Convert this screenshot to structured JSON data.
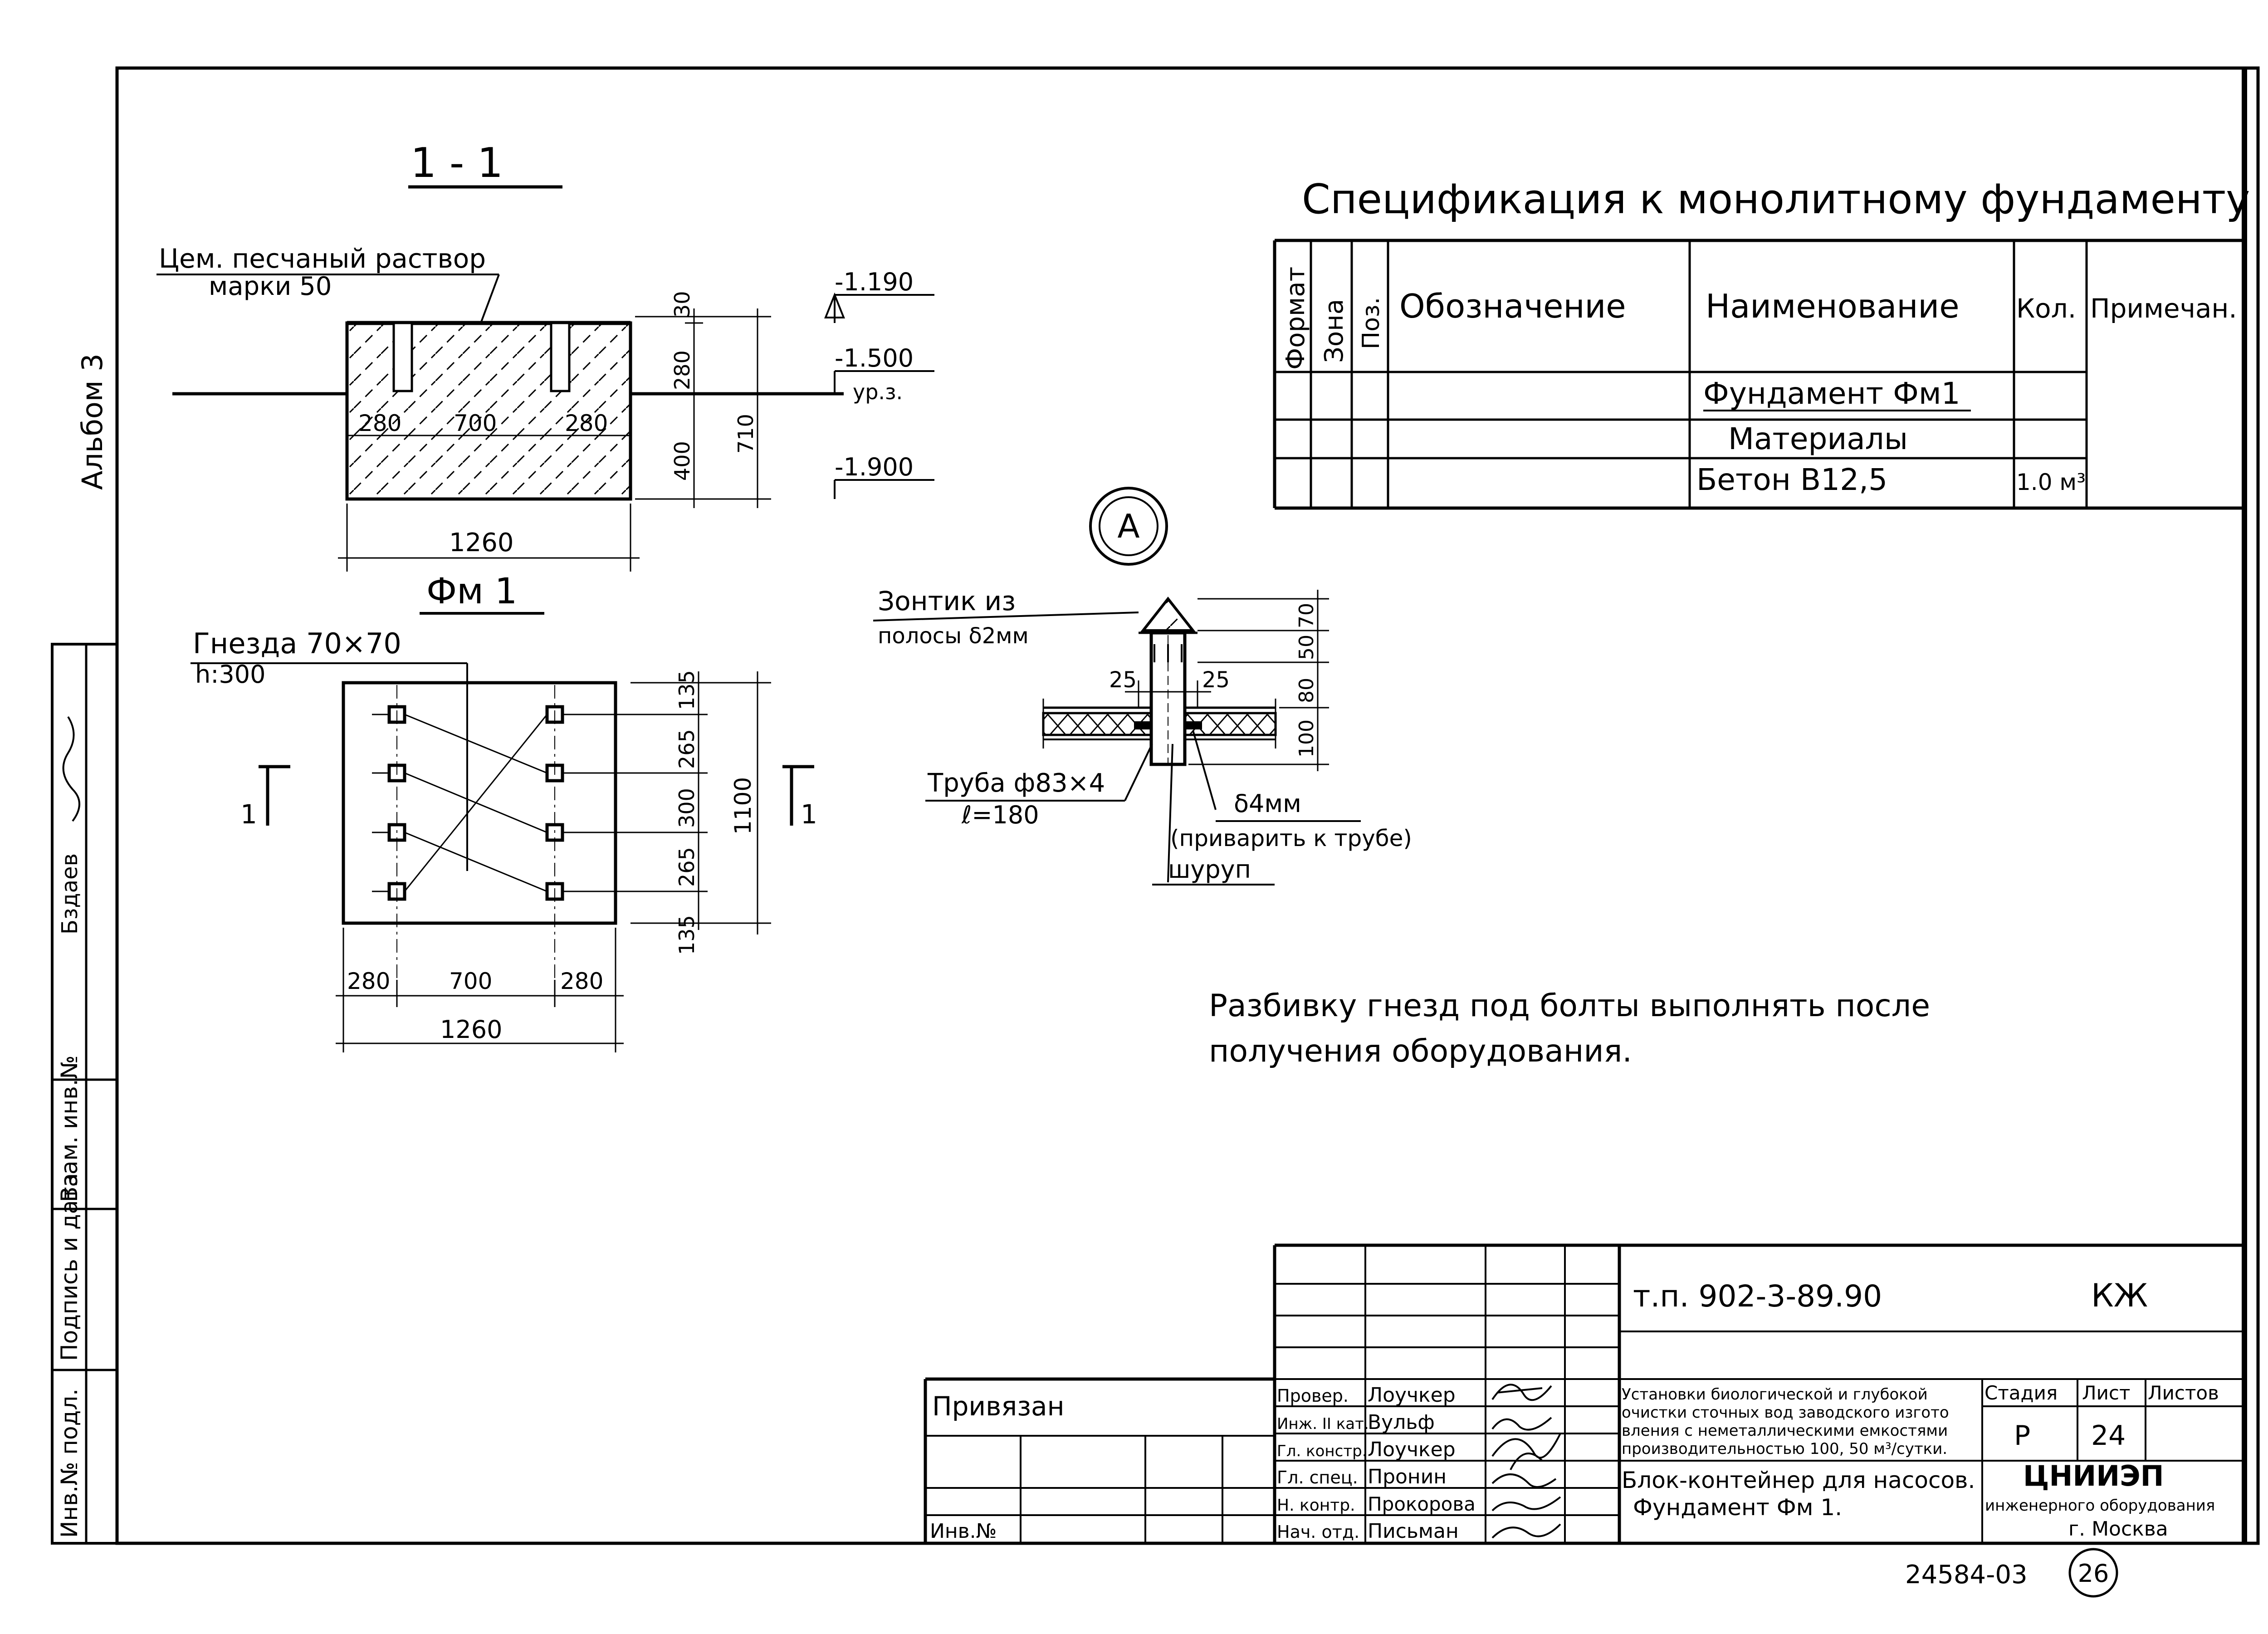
{
  "album_label": "Альбом 3",
  "left_strip": {
    "vzamen_inv": "Взам. инв.№",
    "podpis_data": "Подпись и дата",
    "inv_podl": "Инв.№ подл.",
    "vzdaev": "Бздаев"
  },
  "section": {
    "title": "1 - 1",
    "mortar_line1": "Цем. песчаный раствор",
    "mortar_line2": "марки 50",
    "elev_top": "-1.190",
    "elev_ground": "-1.500",
    "ground_label": "ур.з.",
    "elev_bottom": "-1.900",
    "dim_280_left": "280",
    "dim_700": "700",
    "dim_280_right": "280",
    "dim_1260": "1260",
    "dim_30": "30",
    "dim_280_v": "280",
    "dim_400": "400",
    "dim_710": "710"
  },
  "plan": {
    "title": "Фм 1",
    "sockets_line1": "Гнезда 70×70",
    "sockets_line2": "h:300",
    "cut_left": "1",
    "cut_right": "1",
    "dim_135_top": "135",
    "dim_265_a": "265",
    "dim_300": "300",
    "dim_265_b": "265",
    "dim_135_bottom": "135",
    "dim_1100": "1100",
    "dim_280_left": "280",
    "dim_700": "700",
    "dim_280_right": "280",
    "dim_1260": "1260"
  },
  "detail": {
    "marker": "А",
    "umbrella_line1": "Зонтик из",
    "umbrella_line2": "полосы δ2мм",
    "dim_25_left": "25",
    "dim_25_right": "25",
    "dim_70": "70",
    "dim_50": "50",
    "dim_80": "80",
    "dim_100": "100",
    "pipe_line1": "Труба ф83×4",
    "pipe_line2": "ℓ=180",
    "plate_line1": "δ4мм",
    "plate_line2": "(приварить к трубе)",
    "screw": "шуруп"
  },
  "spec": {
    "title": "Спецификация к монолитному фундаменту",
    "headers": {
      "format": "Формат",
      "zone": "Зона",
      "pos": "Поз.",
      "designation": "Обозначение",
      "name": "Наименование",
      "qty": "Кол.",
      "note": "Примечан."
    },
    "rows": [
      {
        "name": "Фундамент Фм1",
        "qty": ""
      },
      {
        "name": "Материалы",
        "qty": ""
      },
      {
        "name": "Бетон В12,5",
        "qty": "1.0 м³"
      }
    ]
  },
  "note": {
    "line1": "Разбивку гнезд под болты выполнять после",
    "line2": "получения оборудования."
  },
  "title_block": {
    "doc_code": "т.п. 902-3-89.90",
    "mark": "КЖ",
    "privyazan": "Привязан",
    "inv_no": "Инв.№",
    "signers": [
      {
        "role": "Провер.",
        "name": "Лоучкер"
      },
      {
        "role": "Инж. II кат.",
        "name": "Вульф"
      },
      {
        "role": "Гл. констр.",
        "name": "Лоучкер"
      },
      {
        "role": "Гл. спец.",
        "name": "Пронин"
      },
      {
        "role": "Н. контр.",
        "name": "Прокорова"
      },
      {
        "role": "Нач. отд.",
        "name": "Письман"
      }
    ],
    "project_line1": "Установки биологической и глубокой",
    "project_line2": "очистки сточных вод заводского изгото",
    "project_line3": "вления с неметаллическими емкостями",
    "project_line4": "производительностью 100, 50 м³/сутки.",
    "sheet_line1": "Блок-контейнер для насосов.",
    "sheet_line2": "Фундамент Фм 1.",
    "stage_label": "Стадия",
    "sheet_label": "Лист",
    "sheets_label": "Листов",
    "stage": "Р",
    "sheet": "24",
    "sheets": "",
    "org_line1": "ЦНИИЭП",
    "org_line2": "инженерного оборудования",
    "org_line3": "г. Москва"
  },
  "footer": {
    "archive_no": "24584-03",
    "page_no": "26"
  }
}
